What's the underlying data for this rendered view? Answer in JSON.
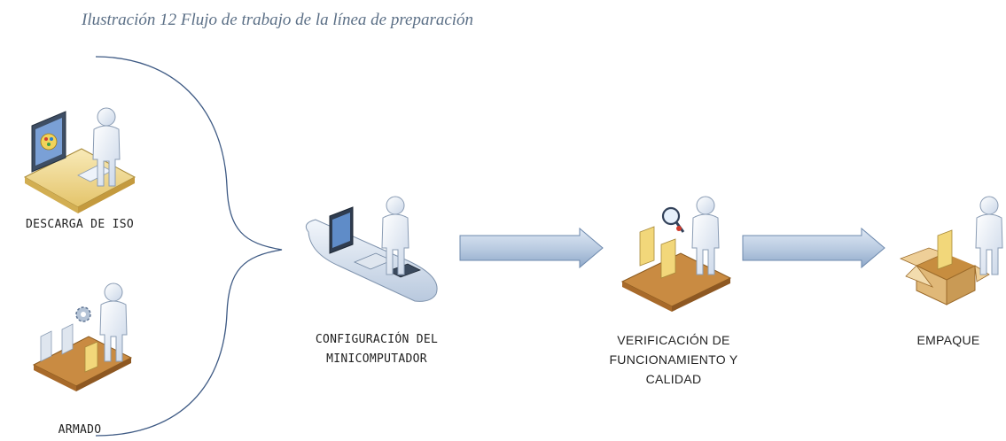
{
  "caption": "Ilustración 12 Flujo de trabajo de la línea de preparación",
  "stages": {
    "descarga_iso": "DESCARGA DE ISO",
    "armado": "ARMADO",
    "configuracion": [
      "CONFIGURACIÓN DEL",
      "MINICOMPUTADOR"
    ],
    "verificacion": [
      "VERIFICACIÓN DE",
      "FUNCIONAMIENTO Y",
      "CALIDAD"
    ],
    "empaque": "EMPAQUE"
  },
  "colors": {
    "caption": "#5b6f86",
    "arrow_fill_light": "#dce6f2",
    "arrow_fill_dark": "#7f9cc0",
    "arrow_stroke": "#6d89ad",
    "brace": "#3e5a84",
    "person": "#e8eef7",
    "desk": "#f4e2a6",
    "conveyor": "#c98b42",
    "box": "#e0b878"
  }
}
